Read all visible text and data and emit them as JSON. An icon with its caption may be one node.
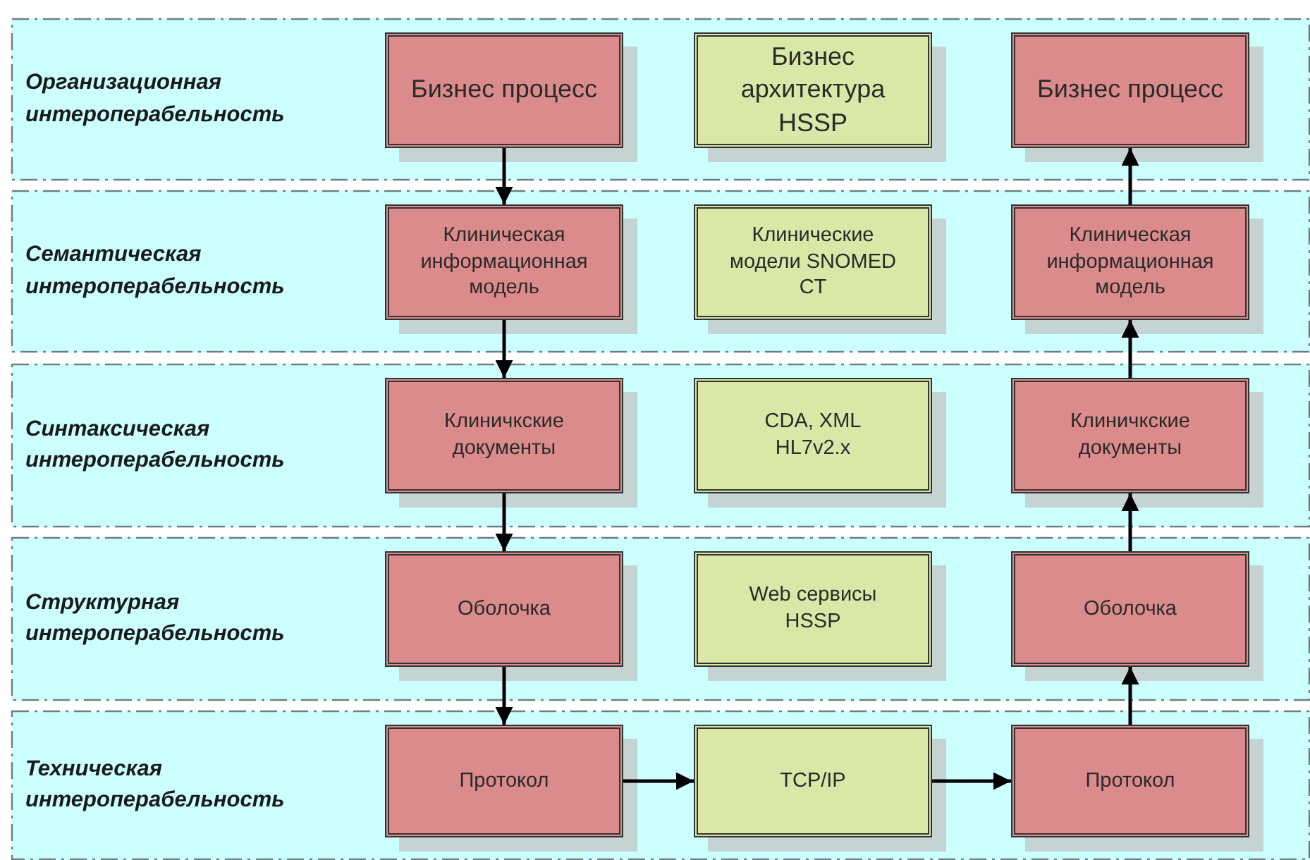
{
  "diagram": {
    "nodes": [
      {
        "text": [
          "Организационная интероперабельность"
        ]
      },
      {
        "text": [
          "Бизнес процесс"
        ],
        "in": 0
      },
      {
        "text": [
          "Бизнес архитектура HSSP"
        ],
        "in": 0
      },
      {
        "text": [
          "Бизнес процесс"
        ],
        "in": 0
      },
      {
        "text": [
          "Семантическая интероперабельность"
        ]
      },
      {
        "text": [
          "Клиническая информационная модель"
        ],
        "in": 4
      },
      {
        "text": [
          "Клинические модели SNOMED CT"
        ],
        "in": 4
      },
      {
        "text": [
          "Клиническая информационная модель"
        ],
        "in": 4
      },
      {
        "text": [
          "Синтаксическая интероперабельность"
        ]
      },
      {
        "text": [
          "Клиничкские документы"
        ],
        "in": 8
      },
      {
        "text": [
          "CDA, XML HL7v2.x"
        ],
        "in": 8
      },
      {
        "text": [
          "Клиничкские документы"
        ],
        "in": 8
      },
      {
        "text": [
          "Структурная интероперабельность"
        ]
      },
      {
        "text": [
          "Оболочка"
        ],
        "in": 12
      },
      {
        "text": [
          "Web сервисы HSSP"
        ],
        "in": 12
      },
      {
        "text": [
          "Оболочка"
        ],
        "in": 12
      },
      {
        "text": [
          "Техническая интероперабельность"
        ]
      },
      {
        "text": [
          "Протокол"
        ],
        "in": 16
      },
      {
        "text": [
          "TCP/IP"
        ],
        "in": 16
      },
      {
        "text": [
          "Протокол"
        ],
        "in": 16
      }
    ],
    "edges": [
      {
        "from": 1,
        "to": 5,
        "arrow": "to"
      },
      {
        "from": 5,
        "to": 9,
        "arrow": "to"
      },
      {
        "from": 9,
        "to": 13,
        "arrow": "to"
      },
      {
        "from": 13,
        "to": 17,
        "arrow": "to"
      },
      {
        "from": 17,
        "to": 18,
        "arrow": "to"
      },
      {
        "from": 18,
        "to": 19,
        "arrow": "to"
      },
      {
        "from": 19,
        "to": 15,
        "arrow": "to"
      },
      {
        "from": 15,
        "to": 11,
        "arrow": "to"
      },
      {
        "from": 11,
        "to": 7,
        "arrow": "to"
      },
      {
        "from": 7,
        "to": 3,
        "arrow": "to"
      }
    ]
  }
}
